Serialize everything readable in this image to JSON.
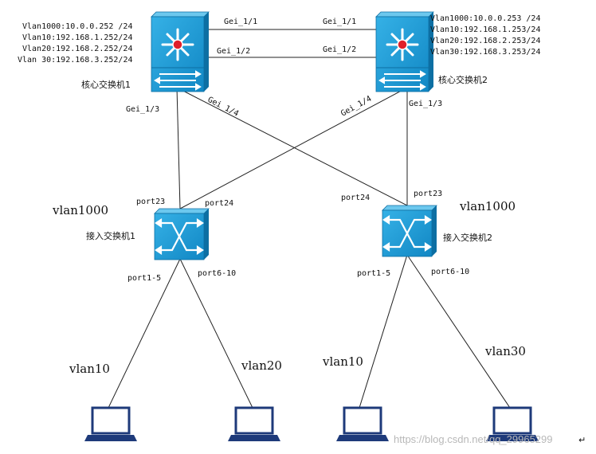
{
  "core1": {
    "name": "核心交换机1",
    "ips": [
      "Vlan1000:10.0.0.252 /24",
      "Vlan10:192.168.1.252/24",
      "Vlan20:192.168.2.252/24",
      "Vlan 30:192.168.3.252/24"
    ]
  },
  "core2": {
    "name": "核心交换机2",
    "ips": [
      "Vlan1000:10.0.0.253 /24",
      "Vlan10:192.168.1.253/24",
      "Vlan20:192.168.2.253/24",
      "Vlan30:192.168.3.253/24"
    ]
  },
  "links": {
    "c1_g11": "Gei_1/1",
    "c2_g11": "Gei_1/1",
    "c1_g12": "Gei_1/2",
    "c2_g12": "Gei_1/2",
    "c1_g13": "Gei_1/3",
    "c2_g13": "Gei_1/3",
    "c1_g14": "Gei_1/4",
    "c2_g14": "Gei_1/4"
  },
  "access1": {
    "name": "接入交换机1",
    "vlan": "vlan1000",
    "port_up1": "port23",
    "port_up2": "port24",
    "port_down1": "port1-5",
    "port_down2": "port6-10"
  },
  "access2": {
    "name": "接入交换机2",
    "vlan": "vlan1000",
    "port_up1": "port23",
    "port_up2": "port24",
    "port_down1": "port1-5",
    "port_down2": "port6-10"
  },
  "pcs": [
    "vlan10",
    "vlan20",
    "vlan10",
    "vlan30"
  ],
  "watermark": "https://blog.csdn.net/qq_29965299",
  "colors": {
    "switch_fill": "#1a9ad6",
    "switch_dark": "#0d6fa3",
    "router_dot": "#e0202a",
    "laptop": "#1e3a7a"
  }
}
